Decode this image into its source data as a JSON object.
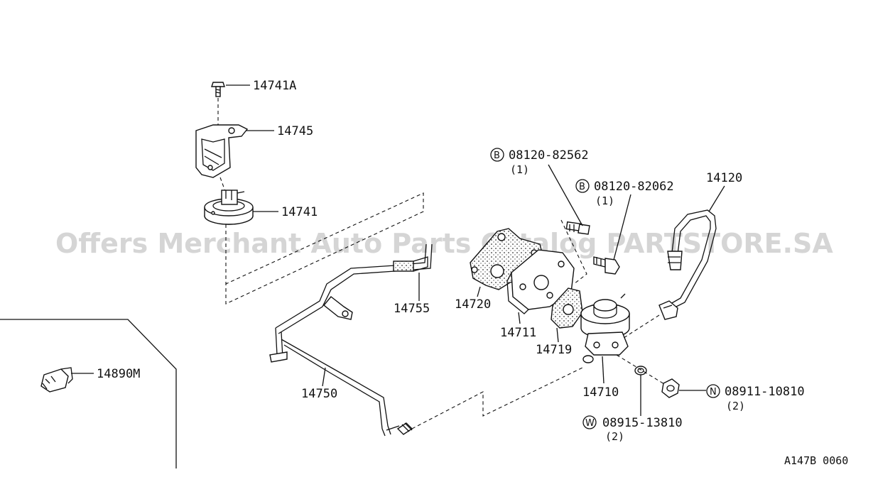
{
  "watermark": "Offers Merchant Auto Parts Catalog PARTSTORE.SA",
  "diagram_code": "A147B 0060",
  "parts": {
    "p14741A": "14741A",
    "p14745": "14745",
    "p14741": "14741",
    "p14755": "14755",
    "p14720": "14720",
    "p14711": "14711",
    "p14719": "14719",
    "p14710": "14710",
    "p14750": "14750",
    "p14890M": "14890M",
    "p14120": "14120"
  },
  "fasteners": {
    "bolt_b1": {
      "symbol": "B",
      "number": "08120-82562",
      "qty": "(1)"
    },
    "bolt_b2": {
      "symbol": "B",
      "number": "08120-82062",
      "qty": "(1)"
    },
    "nut_n": {
      "symbol": "N",
      "number": "08911-10810",
      "qty": "(2)"
    },
    "washer_w": {
      "symbol": "W",
      "number": "08915-13810",
      "qty": "(2)"
    }
  }
}
